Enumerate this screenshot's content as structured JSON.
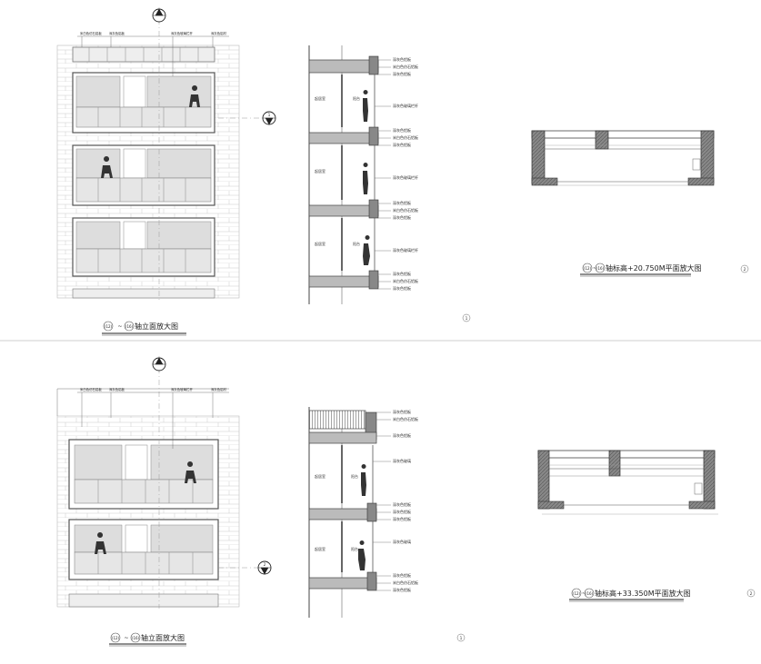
{
  "sheets": [
    {
      "elevation": {
        "title_a": "(12)",
        "title_sep": "~",
        "title_b": "(16)",
        "title_text": "轴立面放大图",
        "grid_marker": "1",
        "section_marker": "1",
        "section_ref": "1",
        "top_callouts": [
          "米白色仿石铝板",
          "深灰色铝板",
          "深灰色玻璃栏杆",
          "深灰色铝材"
        ]
      },
      "section": {
        "callouts": [
          "深灰色铝板",
          "米白色仿石铝板",
          "深灰色铝板",
          "深灰色玻璃栏杆",
          "深灰色铝板",
          "米白色仿石铝板",
          "深灰色铝板",
          "深灰色玻璃栏杆",
          "深灰色铝板",
          "米白色仿石铝板",
          "深灰色铝板",
          "深灰色玻璃栏杆",
          "深灰色铝板",
          "米白色仿石铝板",
          "深灰色铝板"
        ],
        "room_labels": [
          "起居室",
          "阳台",
          "起居室",
          "起居室",
          "阳台"
        ],
        "drawing_no": "1"
      },
      "plan": {
        "title_a": "(12)",
        "title_sep": "~",
        "title_b": "(16)",
        "title_text": "轴标高+20.750M平面放大图",
        "drawing_no": "2"
      }
    },
    {
      "elevation": {
        "title_a": "(12)",
        "title_sep": "~",
        "title_b": "(16)",
        "title_text": "轴立面放大图",
        "grid_marker": "1",
        "section_marker": "2",
        "section_ref": "1",
        "top_callouts": [
          "米白色仿石铝板",
          "深灰色铝板",
          "深灰色玻璃栏杆",
          "深灰色铝材"
        ]
      },
      "section": {
        "callouts": [
          "深灰色铝板",
          "米白色仿石铝板",
          "深灰色铝板",
          "深灰色玻璃",
          "深灰色铝板",
          "深灰色铝板",
          "深灰色铝板",
          "深灰色玻璃",
          "深灰色铝板",
          "米白色仿石铝板",
          "深灰色铝板"
        ],
        "room_labels": [
          "起居室",
          "阳台",
          "起居室",
          "阳台"
        ],
        "drawing_no": "1"
      },
      "plan": {
        "title_a": "(12)",
        "title_sep": "~",
        "title_b": "(16)",
        "title_text": "轴标高+33.350M平面放大图",
        "drawing_no": "2"
      }
    }
  ]
}
